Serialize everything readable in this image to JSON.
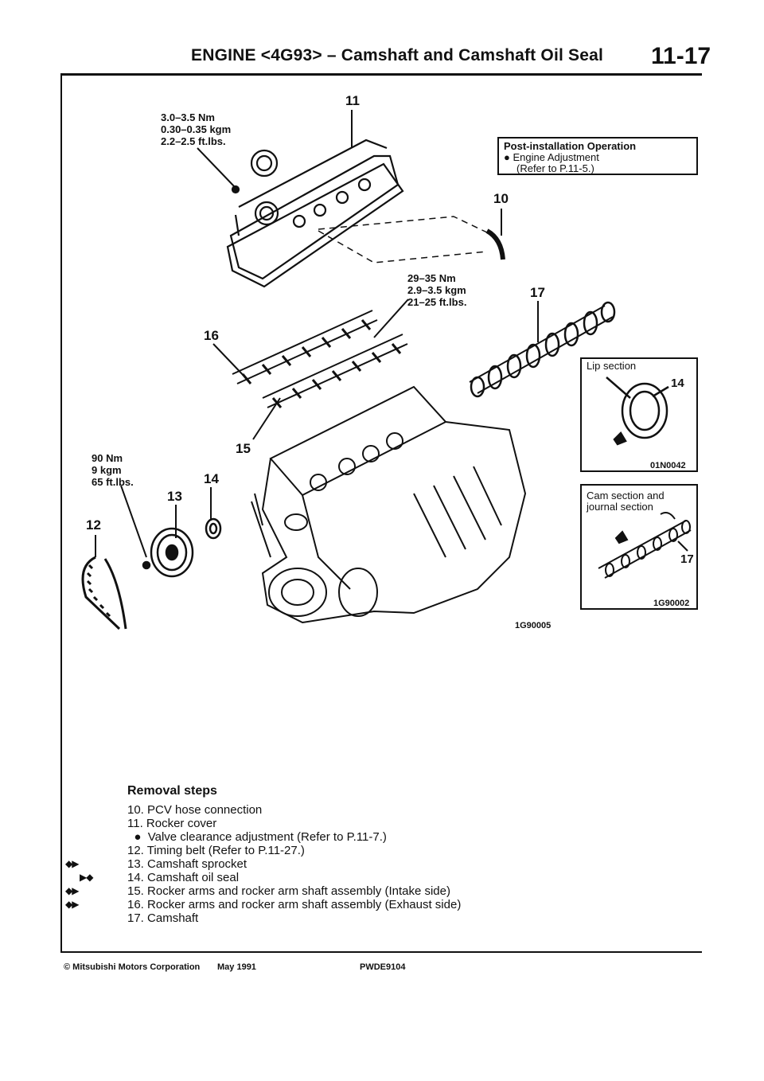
{
  "header": {
    "title": "ENGINE <4G93> – Camshaft and Camshaft Oil Seal",
    "page_number": "11-17"
  },
  "torques": {
    "rocker_cover": [
      "3.0–3.5 Nm",
      "0.30–0.35 kgm",
      "2.2–2.5 ft.lbs."
    ],
    "rocker_shaft": [
      "29–35 Nm",
      "2.9–3.5 kgm",
      "21–25 ft.lbs."
    ],
    "sprocket": [
      "90 Nm",
      "9 kgm",
      "65 ft.lbs."
    ]
  },
  "callouts": [
    "11",
    "10",
    "17",
    "16",
    "15",
    "14",
    "13",
    "12"
  ],
  "post_install": {
    "title": "Post-installation Operation",
    "line1": "● Engine Adjustment",
    "line2": "(Refer to P.11-5.)"
  },
  "inset_lip": {
    "label": "Lip section",
    "callout": "14",
    "code": "01N0042"
  },
  "inset_cam": {
    "label_line1": "Cam section and",
    "label_line2": "journal section",
    "callout": "17",
    "code": "1G90002"
  },
  "figure_code": "1G90005",
  "removal": {
    "title": "Removal steps",
    "steps": [
      {
        "mark": "",
        "text": "10.  PCV hose connection"
      },
      {
        "mark": "",
        "text": "11.  Rocker cover"
      },
      {
        "mark": "",
        "text": "  ●  Valve clearance adjustment (Refer to P.11-7.)"
      },
      {
        "mark": "",
        "text": "12.  Timing belt (Refer to P.11-27.)"
      },
      {
        "mark": "◆▶",
        "text": "13.  Camshaft sprocket"
      },
      {
        "mark": "            ▶◆",
        "text": "14.  Camshaft oil seal"
      },
      {
        "mark": "◆▶",
        "text": "15.  Rocker arms and rocker arm shaft assembly (Intake side)"
      },
      {
        "mark": "◆▶",
        "text": "16.  Rocker arms and rocker arm shaft assembly (Exhaust side)"
      },
      {
        "mark": "",
        "text": "17.  Camshaft"
      }
    ]
  },
  "footer": {
    "copyright": "© Mitsubishi Motors Corporation",
    "date": "May 1991",
    "code": "PWDE9104"
  }
}
